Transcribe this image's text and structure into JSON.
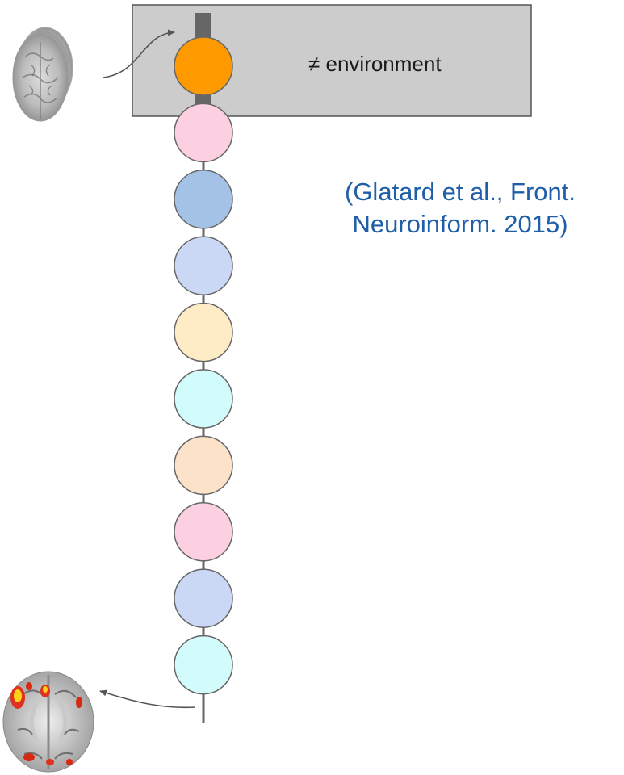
{
  "environment_label": "≠ environment",
  "citation": {
    "line1": "(Glatard et al., Front.",
    "line2": "Neuroinform. 2015)"
  },
  "pipeline": {
    "node_colors": [
      "#ff9900",
      "#fcd0e0",
      "#a4c2e6",
      "#cad7f5",
      "#fdecc6",
      "#d2fbfb",
      "#fbe2c8",
      "#fcd0e0",
      "#cad7f5",
      "#d2fbfb"
    ],
    "highlighted_node_index": 0
  },
  "colors": {
    "environment_box": "#cccccc",
    "stroke": "#666666",
    "citation_text": "#1f5ea8"
  },
  "icons": {
    "input": "brain-scan-stack-icon",
    "output": "brain-activation-map-icon"
  }
}
